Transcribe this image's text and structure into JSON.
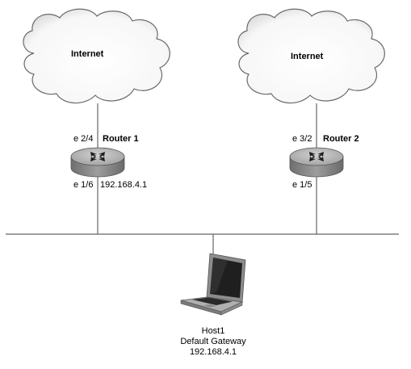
{
  "clouds": [
    {
      "label": "Internet"
    },
    {
      "label": "Internet"
    }
  ],
  "router1": {
    "name": "Router 1",
    "upper_port": "e 2/4",
    "lower_port": "e 1/6",
    "lower_ip": "192.168.4.1"
  },
  "router2": {
    "name": "Router 2",
    "upper_port": "e 3/2",
    "lower_port": "e 1/5"
  },
  "host": {
    "name": "Host1",
    "gateway_label": "Default Gateway",
    "gateway_ip": "192.168.4.1"
  },
  "colors": {
    "line": "#666666",
    "cloud_fill": "#ffffff",
    "cloud_stroke": "#666666",
    "router_body": "#8f8f8f",
    "router_top": "#b5b5b5",
    "laptop_body": "#9a9a9a",
    "laptop_screen": "#1f1f1f"
  },
  "icons": [
    "cloud-icon",
    "router-icon",
    "laptop-icon"
  ]
}
